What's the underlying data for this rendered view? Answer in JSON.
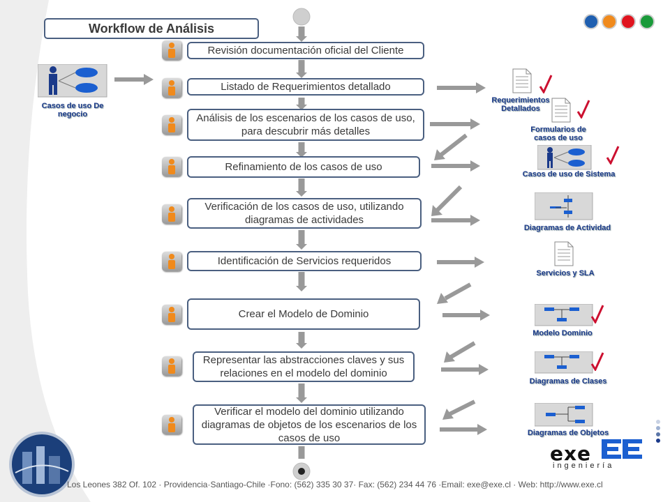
{
  "title": "Workflow de Análisis",
  "steps": [
    "Revisión documentación oficial del Cliente",
    "Listado de Requerimientos detallado",
    "Análisis de los escenarios de los casos de uso, para descubrir más detalles",
    "Refinamiento de los casos de uso",
    "Verificación de los casos de uso, utilizando diagramas de actividades",
    "Identificación de Servicios requeridos",
    "Crear el Modelo de Dominio",
    "Representar las abstracciones claves y sus relaciones en el modelo del dominio",
    "Verificar el modelo del dominio utilizando diagramas de objetos de los escenarios de los casos de uso"
  ],
  "input": {
    "label": "Casos de uso De negocio"
  },
  "artifacts": [
    {
      "label": "Requerimientos Detallados",
      "icon": "document-icon",
      "checked": true
    },
    {
      "label": "Formularios de casos de uso",
      "icon": "document-icon",
      "checked": true
    },
    {
      "label": "Casos de uso de Sistema",
      "icon": "use-case-diagram-icon",
      "checked": true
    },
    {
      "label": "Diagramas de Actividad",
      "icon": "activity-diagram-icon",
      "checked": false
    },
    {
      "label": "Servicios y SLA",
      "icon": "document-icon",
      "checked": false
    },
    {
      "label": "Modelo Dominio",
      "icon": "class-diagram-icon",
      "checked": true
    },
    {
      "label": "Diagramas de Clases",
      "icon": "class-diagram-icon",
      "checked": true
    },
    {
      "label": "Diagramas de Objetos",
      "icon": "object-diagram-icon",
      "checked": false
    }
  ],
  "corner_dots": [
    "#1f5fb0",
    "#f08a1c",
    "#e0141e",
    "#1a9a3a"
  ],
  "logo": {
    "name": "exe",
    "sub": "ingeniería"
  },
  "footer": "Los Leones 382 Of. 102 · Providencia·Santiago-Chile ·Fono: (562) 335 30 37· Fax: (562) 234 44 76 ·Email: exe@exe.cl · Web: http://www.exe.cl",
  "colors": {
    "box_border": "#4a5f80",
    "arrow": "#999999",
    "label": "#1b3a8a",
    "check": "#cc1030",
    "actor": "#f08a1c"
  }
}
